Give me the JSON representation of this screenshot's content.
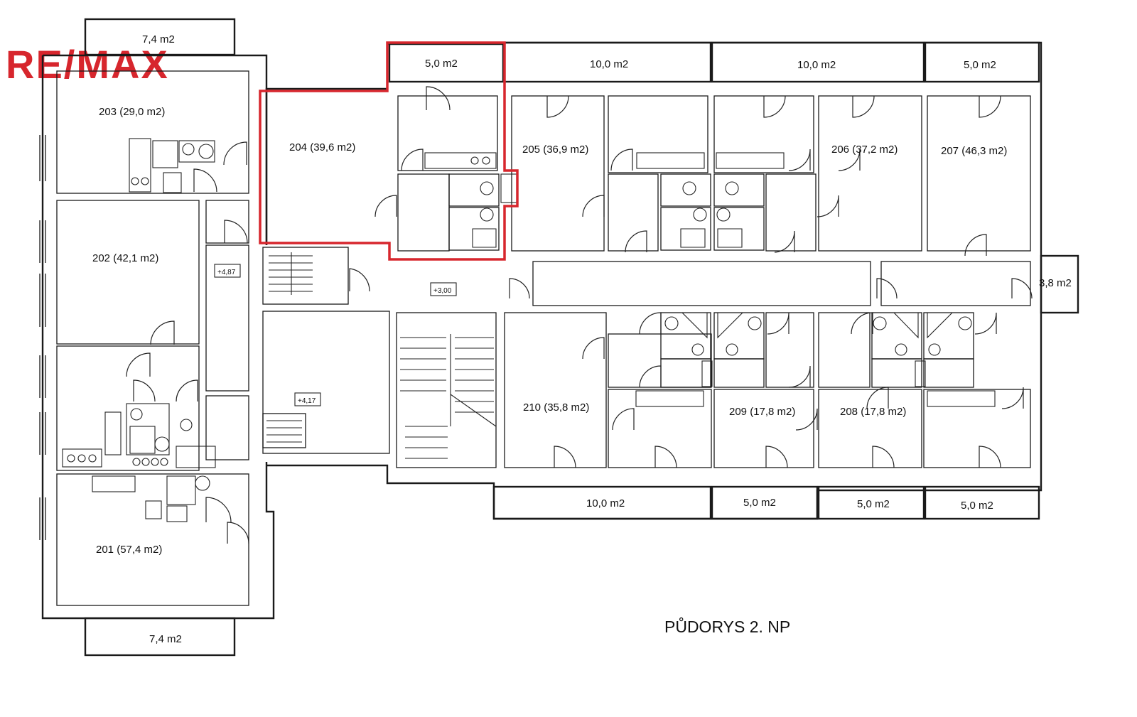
{
  "logo": {
    "text": "RE/MAX",
    "color": "#d7262d"
  },
  "plan_title": "PŮDORYS 2. NP",
  "highlight_color": "#d7262d",
  "rooms": {
    "r201": "201 (57,4 m2)",
    "r202": "202 (42,1 m2)",
    "r203": "203 (29,0 m2)",
    "r204": "204 (39,6 m2)",
    "r205": "205 (36,9 m2)",
    "r206": "206 (37,2 m2)",
    "r207": "207 (46,3 m2)",
    "r208": "208 (17,8 m2)",
    "r209": "209 (17,8 m2)",
    "r210": "210 (35,8 m2)"
  },
  "balconies": {
    "b_top_left": "7,4 m2",
    "b_bottom_left": "7,4 m2",
    "b_top_1": "5,0 m2",
    "b_top_2": "10,0 m2",
    "b_top_3": "10,0 m2",
    "b_top_4": "5,0 m2",
    "b_right": "3,8 m2",
    "b_bot_1": "10,0 m2",
    "b_bot_2": "5,0 m2",
    "b_bot_3": "5,0 m2",
    "b_bot_4": "5,0 m2"
  },
  "levels": {
    "lvl_487": "+4,87",
    "lvl_300": "+3,00",
    "lvl_417": "+4,17"
  }
}
